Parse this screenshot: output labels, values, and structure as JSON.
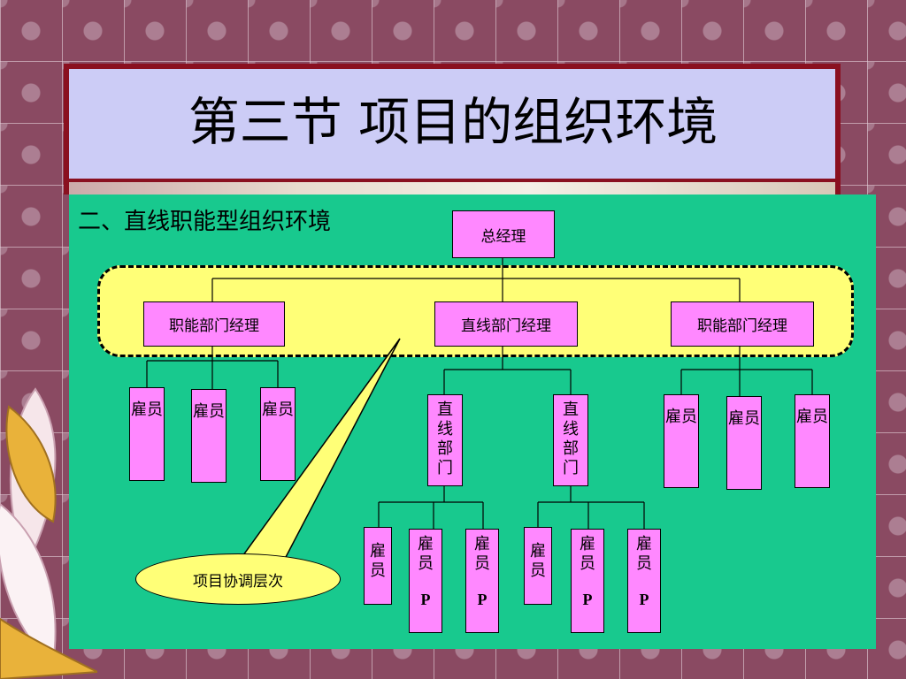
{
  "title": "第三节  项目的组织环境",
  "heading": "二、直线职能型组织环境",
  "nodes": {
    "top": "总经理",
    "functional_left": "职能部门经理",
    "line": "直线部门经理",
    "functional_right": "职能部门经理",
    "employee": "雇员",
    "line_dept": "直线部门",
    "p_mark": "P"
  },
  "callout": "项目协调层次",
  "colors": {
    "title_panel": "#ccccf6",
    "content": "#18c98e",
    "band": "#ffff77",
    "node_pink": "#ff88ff"
  }
}
